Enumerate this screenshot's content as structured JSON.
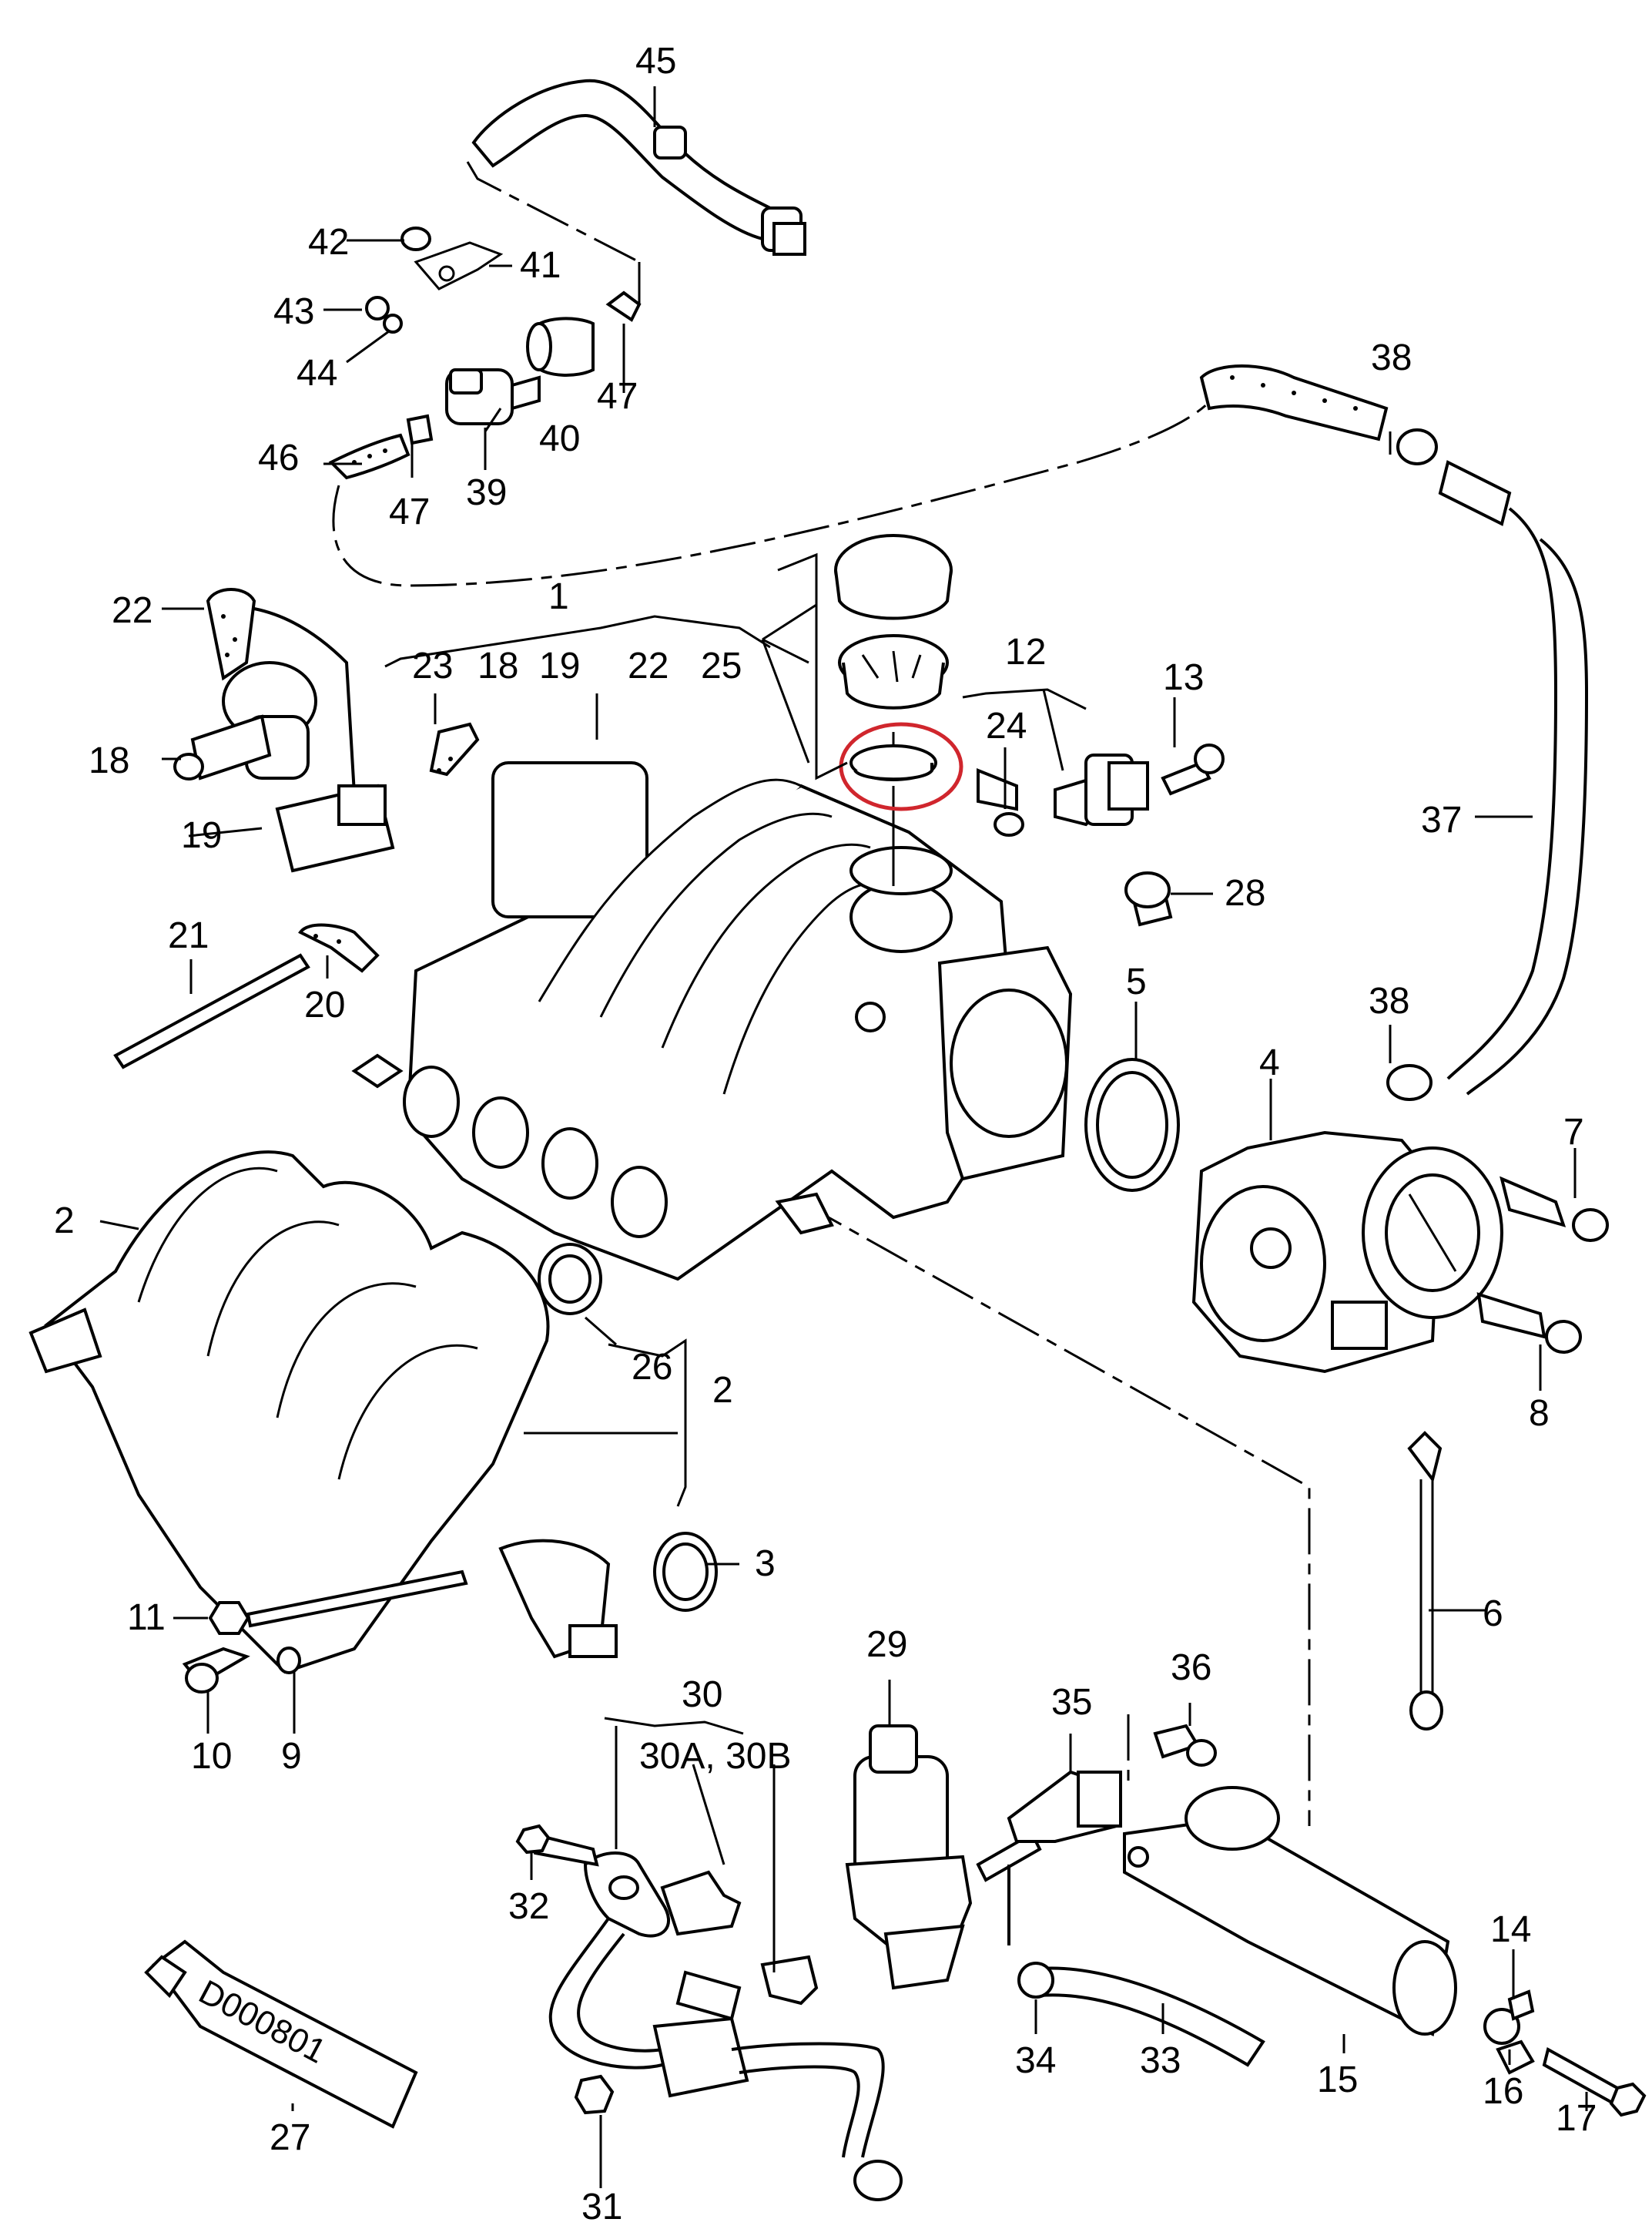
{
  "diagram": {
    "labels": {
      "p1": "1",
      "p2a": "2",
      "p2b": "2",
      "p3": "3",
      "p4": "4",
      "p5": "5",
      "p6": "6",
      "p7": "7",
      "p8": "8",
      "p9": "9",
      "p10": "10",
      "p11": "11",
      "p12": "12",
      "p13": "13",
      "p14": "14",
      "p15": "15",
      "p16": "16",
      "p17": "17",
      "p18": "18",
      "p19": "19",
      "p20": "20",
      "p21": "21",
      "p22": "22",
      "p23": "23",
      "p24": "24",
      "p25": "25",
      "p26": "26",
      "p27": "27",
      "p28": "28",
      "p29": "29",
      "p30": "30",
      "p30ab": "30A, 30B",
      "p31": "31",
      "p32": "32",
      "p33": "33",
      "p34": "34",
      "p35": "35",
      "p36": "36",
      "p37": "37",
      "p38a": "38",
      "p38b": "38",
      "p39": "39",
      "p40": "40",
      "p41": "41",
      "p42": "42",
      "p43": "43",
      "p44": "44",
      "p45": "45",
      "p46": "46",
      "p47a": "47",
      "p47b": "47",
      "group1_a": "23",
      "group1_b": "18",
      "group1_c": "19",
      "group1_d": "22",
      "group1_e": "25"
    },
    "tube_text": "D000801",
    "highlight_color": "#d0262d"
  }
}
